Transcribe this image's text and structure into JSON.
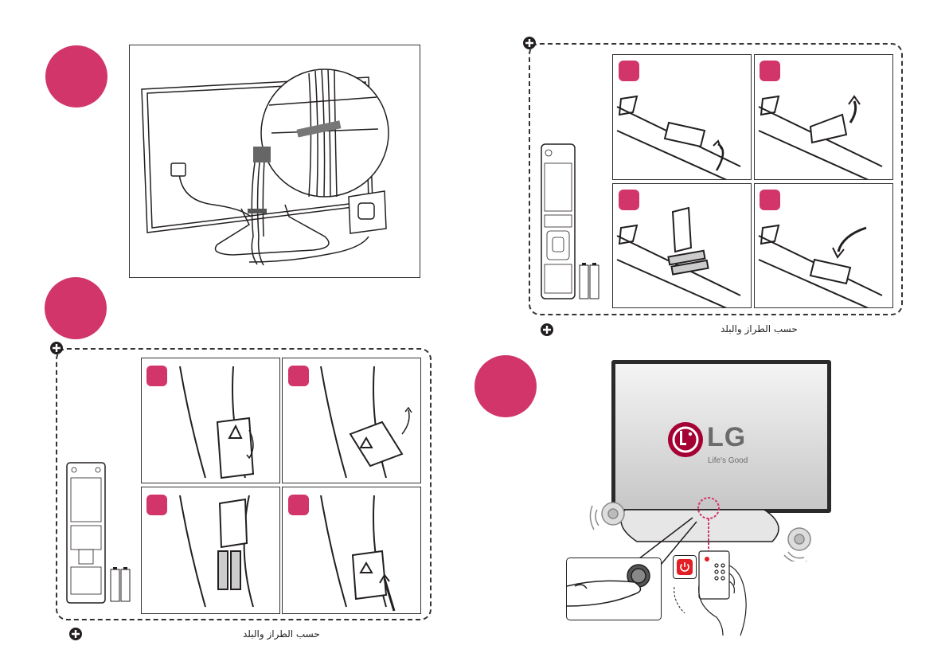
{
  "colors": {
    "accent": "#d1356a",
    "line": "#333333"
  },
  "notes": {
    "model_country": "حسب الطراز والبلد"
  },
  "logo": {
    "brand": "LG",
    "slogan": "Life's Good"
  },
  "icons": [
    "plus-icon",
    "power-icon",
    "remote-control-icon",
    "battery-icon",
    "tv-back-icon",
    "power-outlet-icon",
    "speaker-icon",
    "hand-icon"
  ]
}
